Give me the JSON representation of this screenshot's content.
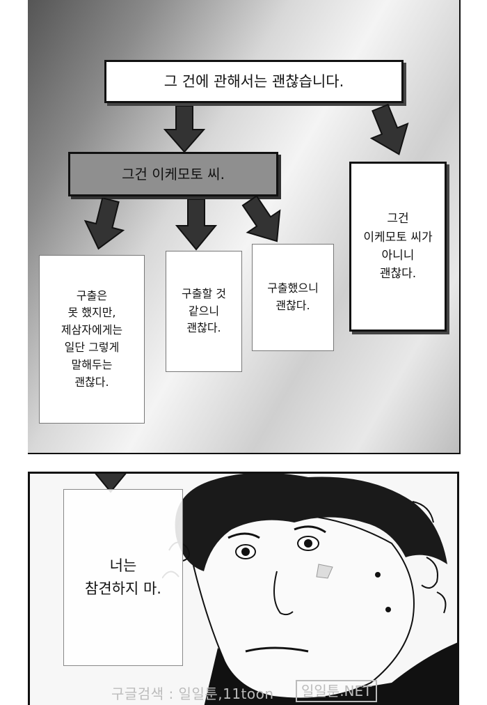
{
  "flowchart": {
    "top_box": "그 건에 관해서는 괜찮습니다.",
    "middle_box": "그건 이케모토 씨.",
    "right_box": "그건\n이케모토 씨가\n아니니\n괜찮다.",
    "leaf_1": "구출은\n못 했지만,\n제삼자에게는\n일단 그렇게\n말해두는\n괜찮다.",
    "leaf_2": "구출할 것\n같으니\n괜찮다.",
    "leaf_3": "구출했으니\n괜찮다.",
    "bottom_box": "너는\n참견하지 마."
  },
  "watermark": {
    "search_text": "구글검색 : 일일툰,11toon",
    "site_text": "일일툰.NET"
  },
  "icons": {
    "arrow": "down-arrow-icon",
    "face": "character-face"
  }
}
